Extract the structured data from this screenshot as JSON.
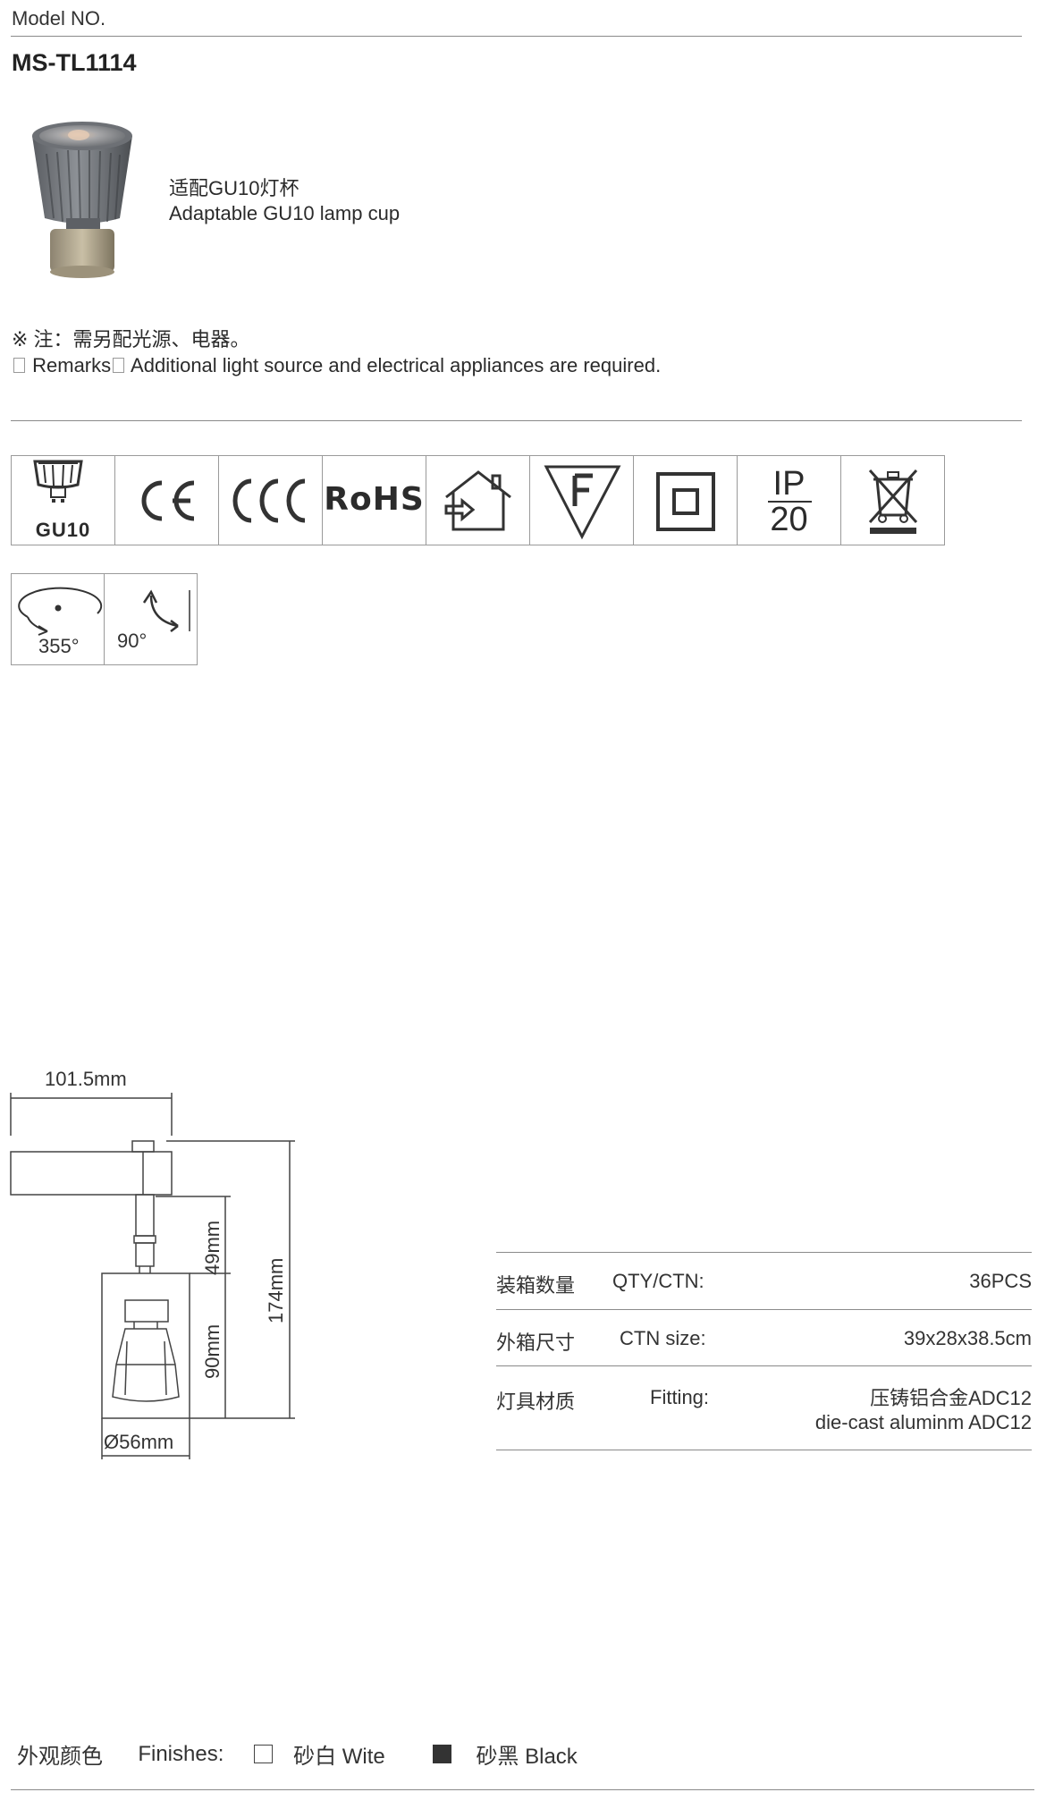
{
  "header": {
    "model_label": "Model NO.",
    "model_number": "MS-TL1114"
  },
  "lamp": {
    "caption_zh": "适配GU10灯杯",
    "caption_en": "Adaptable GU10 lamp cup"
  },
  "note": {
    "zh": "※ 注：需另配光源、电器。",
    "en_prefix": "Remarks",
    "en_text": "Additional light source and electrical appliances are required."
  },
  "certifications": {
    "gu10_label": "GU10",
    "ce": "CE",
    "ccc": "CCC",
    "rohs": "RoHS",
    "f_mark": "F",
    "ip_top": "IP",
    "ip_bottom": "20",
    "icon_names": [
      "gu10-icon",
      "ce-icon",
      "ccc-icon",
      "rohs-icon",
      "indoor-use-icon",
      "f-mark-icon",
      "class-ii-icon",
      "ip20-icon",
      "weee-bin-icon"
    ]
  },
  "rotation": {
    "horizontal": "355°",
    "vertical": "90°"
  },
  "dimensions": {
    "width": "101.5mm",
    "arm": "49mm",
    "head": "90mm",
    "total": "174mm",
    "diameter": "Ø56mm"
  },
  "specs": [
    {
      "zh": "装箱数量",
      "en": "QTY/CTN:",
      "value": "36PCS"
    },
    {
      "zh": "外箱尺寸",
      "en": "CTN size:",
      "value": "39x28x38.5cm"
    },
    {
      "zh": "灯具材质",
      "en": "Fitting:",
      "value": "压铸铝合金ADC12",
      "value2": "die-cast aluminm ADC12"
    }
  ],
  "finishes": {
    "zh": "外观颜色",
    "en": "Finishes:",
    "white": "砂白 Wite",
    "black": "砂黑 Black"
  },
  "colors": {
    "text": "#2b2b2b",
    "rule": "#8a8a8a",
    "black_swatch": "#333333"
  }
}
